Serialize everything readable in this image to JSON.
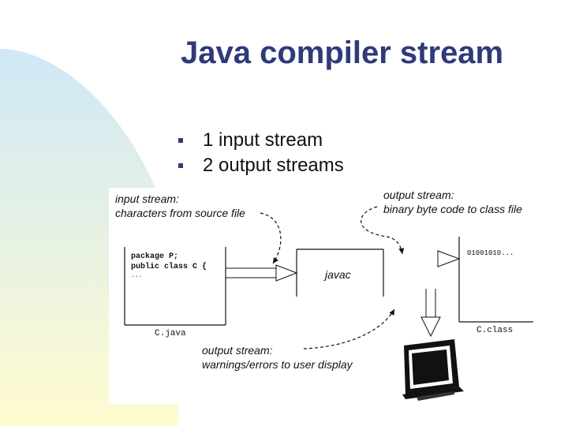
{
  "slide": {
    "title": "Java compiler stream",
    "bullets": [
      "1 input stream",
      "2 output streams"
    ]
  },
  "diagram": {
    "input_label_line1": "input stream:",
    "input_label_line2": "characters from source file",
    "output_label_top_line1": "output stream:",
    "output_label_top_line2": "binary byte code to class file",
    "output_label_bottom_line1": "output stream:",
    "output_label_bottom_line2": "warnings/errors to user display",
    "source_code": [
      "package P;",
      "public class C {",
      "..."
    ],
    "source_file": "C.java",
    "compiler": "javac",
    "bytecode": "01001010...",
    "class_file": "C.class"
  },
  "colors": {
    "title": "#2e3a7a",
    "wedge_top": "#cfe8f6",
    "wedge_bottom": "#fffbd0"
  },
  "icons": [
    "monitor-icon",
    "bullet-icon"
  ]
}
